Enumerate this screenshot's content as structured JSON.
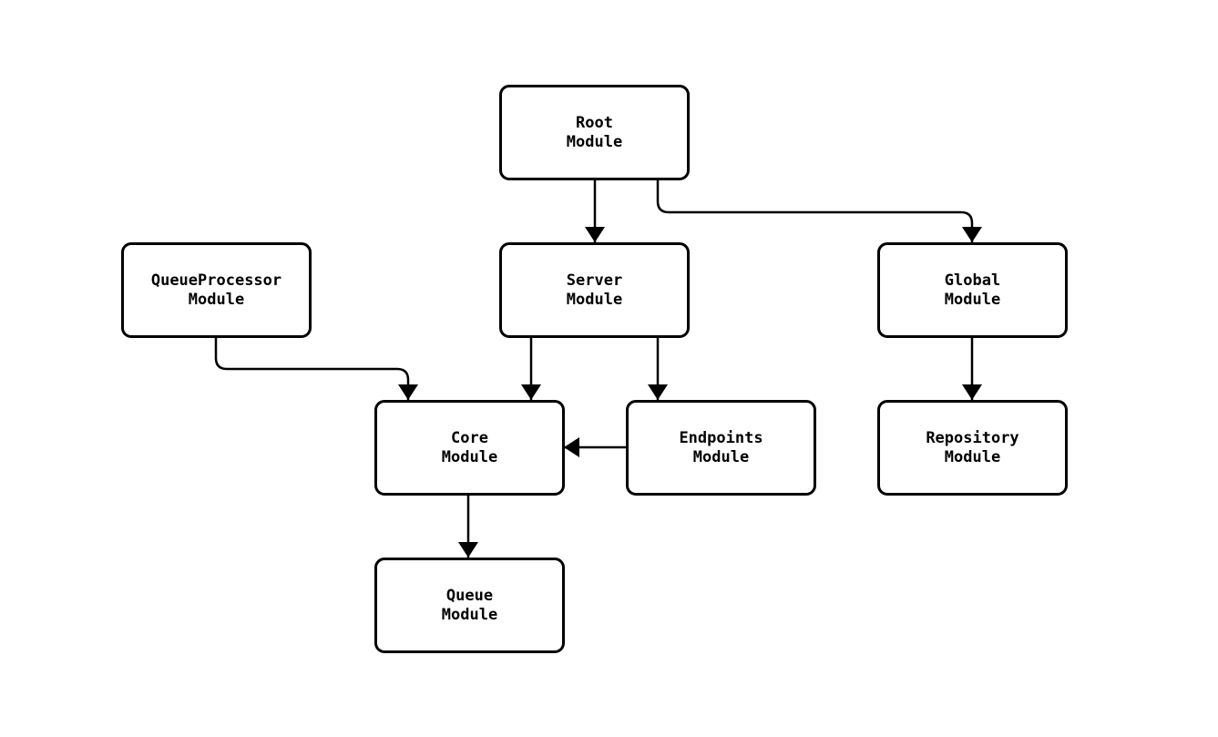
{
  "diagram": {
    "type": "flowchart",
    "direction": "top-down",
    "colors": {
      "background": "#ffffff",
      "node_fill": "#ffffff",
      "node_stroke": "#000000",
      "edge_stroke": "#000000",
      "text": "#000000"
    },
    "nodes": {
      "root": {
        "label": "Root\nModule"
      },
      "queueprocessor": {
        "label": "QueueProcessor\nModule"
      },
      "server": {
        "label": "Server\nModule"
      },
      "global": {
        "label": "Global\nModule"
      },
      "core": {
        "label": "Core\nModule"
      },
      "endpoints": {
        "label": "Endpoints\nModule"
      },
      "repository": {
        "label": "Repository\nModule"
      },
      "queue": {
        "label": "Queue\nModule"
      }
    },
    "edges": [
      {
        "from": "Root Module",
        "to": "Server Module"
      },
      {
        "from": "Root Module",
        "to": "Global Module"
      },
      {
        "from": "QueueProcessor Module",
        "to": "Core Module"
      },
      {
        "from": "Server Module",
        "to": "Core Module"
      },
      {
        "from": "Server Module",
        "to": "Endpoints Module"
      },
      {
        "from": "Endpoints Module",
        "to": "Core Module"
      },
      {
        "from": "Core Module",
        "to": "Queue Module"
      },
      {
        "from": "Global Module",
        "to": "Repository Module"
      }
    ]
  }
}
